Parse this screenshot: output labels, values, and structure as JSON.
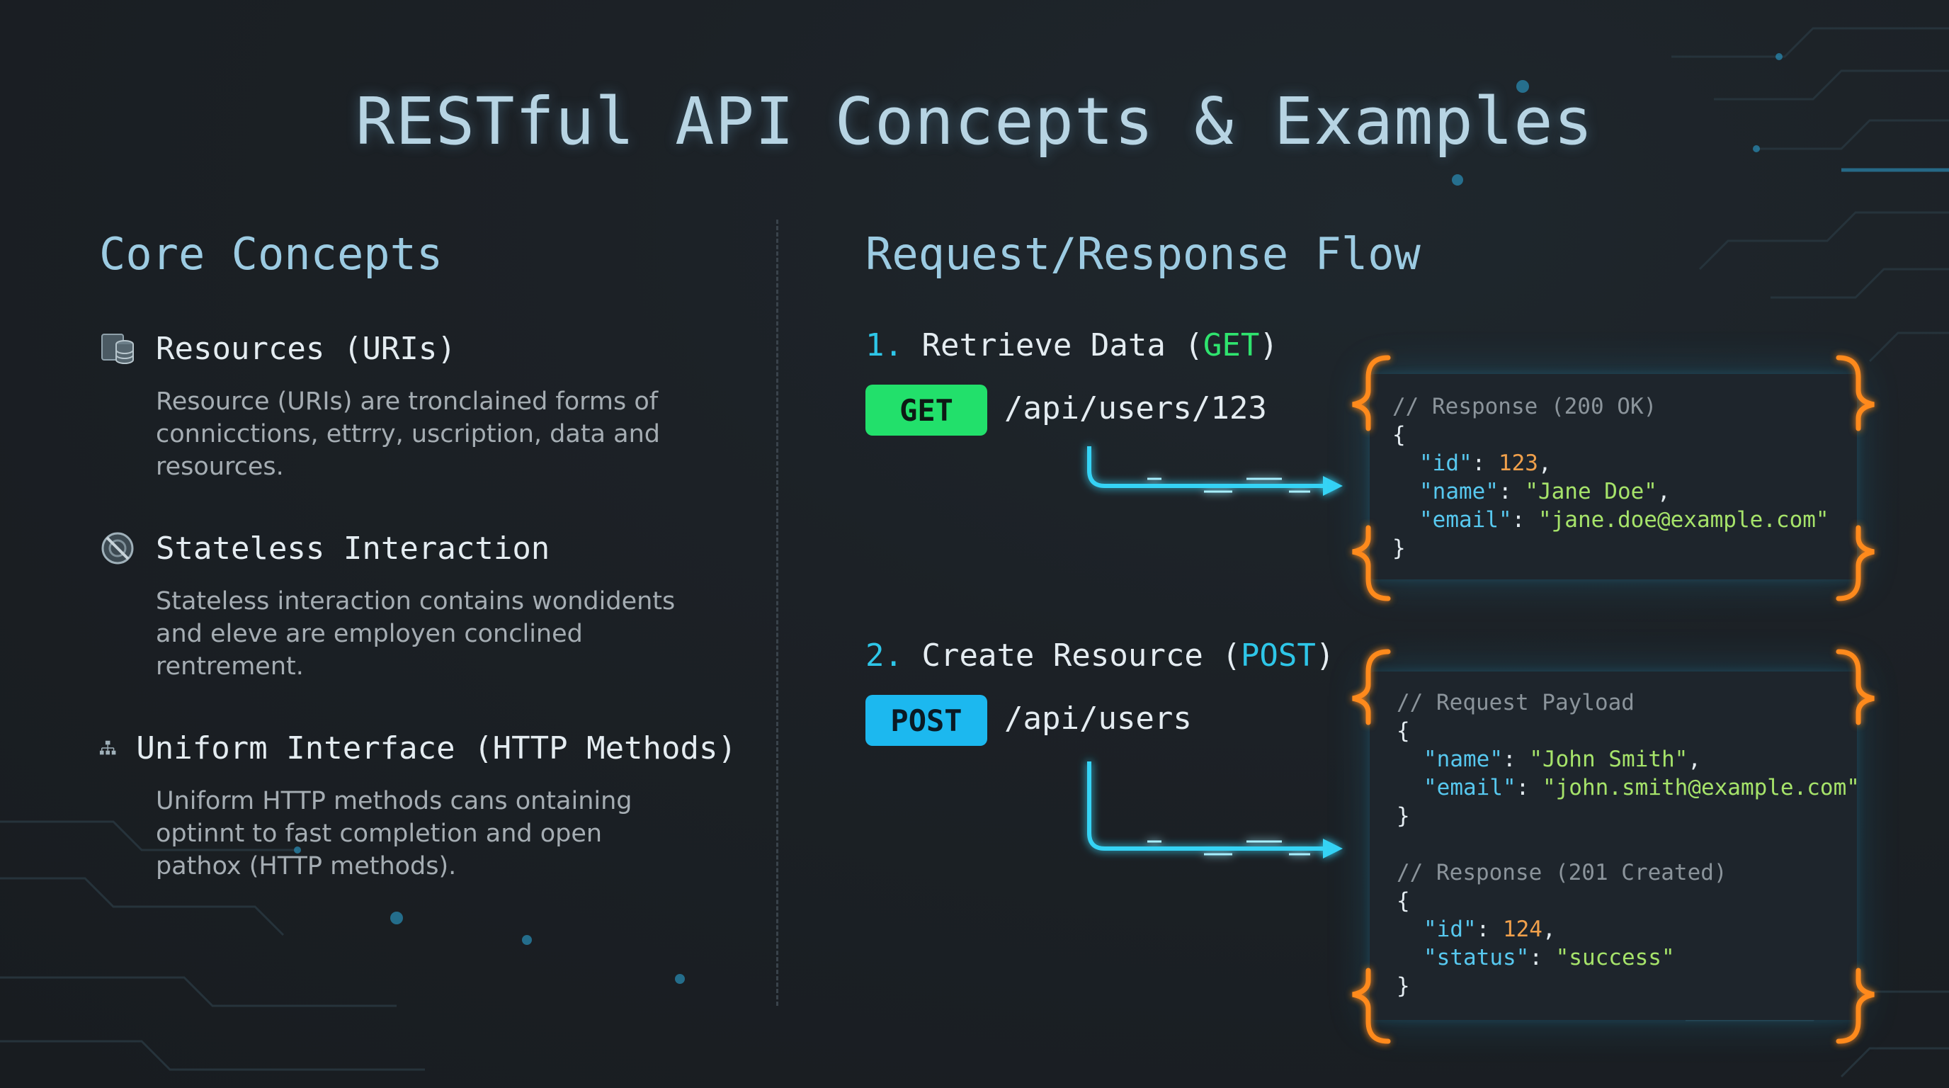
{
  "title": "RESTful API Concepts & Examples",
  "left": {
    "heading": "Core Concepts",
    "concepts": [
      {
        "icon": "database-icon",
        "title": "Resources (URIs)",
        "desc": "Resource (URIs) are tronclained forms of connicctions, ettrry, uscription, data and resources."
      },
      {
        "icon": "no-session-icon",
        "title": "Stateless Interaction",
        "desc": "Stateless interaction contains wondidents and eleve are employen conclined rentrement."
      },
      {
        "icon": "hierarchy-icon",
        "title": "Uniform Interface (HTTP Methods)",
        "desc": "Uniform HTTP methods cans ontaining optinnt to fast completion and open pathox (HTTP methods)."
      }
    ]
  },
  "right": {
    "heading": "Request/Response Flow",
    "steps": [
      {
        "num": "1.",
        "title": "Retrieve Data",
        "open_paren": "(",
        "method": "GET",
        "close_paren": ")",
        "endpoint": "/api/users/123",
        "code": {
          "comment": "// Response (200 OK)",
          "open": "{",
          "fields": [
            {
              "key": "\"id\"",
              "value": "123",
              "sep": ","
            },
            {
              "key": "\"name\"",
              "value": "\"Jane Doe\"",
              "sep": ","
            },
            {
              "key": "\"email\"",
              "value": "\"jane.doe@example.com\"",
              "sep": ""
            }
          ],
          "close": "}"
        }
      },
      {
        "num": "2.",
        "title": "Create Resource",
        "open_paren": "(",
        "method": "POST",
        "close_paren": ")",
        "endpoint": "/api/users",
        "request": {
          "comment": "// Request Payload",
          "open": "{",
          "fields": [
            {
              "key": "\"name\"",
              "value": "\"John Smith\"",
              "sep": ","
            },
            {
              "key": "\"email\"",
              "value": "\"john.smith@example.com\"",
              "sep": ""
            }
          ],
          "close": "}"
        },
        "response": {
          "comment": "// Response (201 Created)",
          "open": "{",
          "fields": [
            {
              "key": "\"id\"",
              "value": "124",
              "sep": ","
            },
            {
              "key": "\"status\"",
              "value": "\"success\"",
              "sep": ""
            }
          ],
          "close": "}"
        }
      }
    ]
  },
  "colors": {
    "get": "#22e06b",
    "post": "#1cb8ef",
    "accent_cyan": "#2ec6e8",
    "bracket_orange": "#ff8a1f",
    "json_key": "#57c8ef",
    "json_string": "#a6e36a",
    "json_number": "#f0a04b"
  }
}
